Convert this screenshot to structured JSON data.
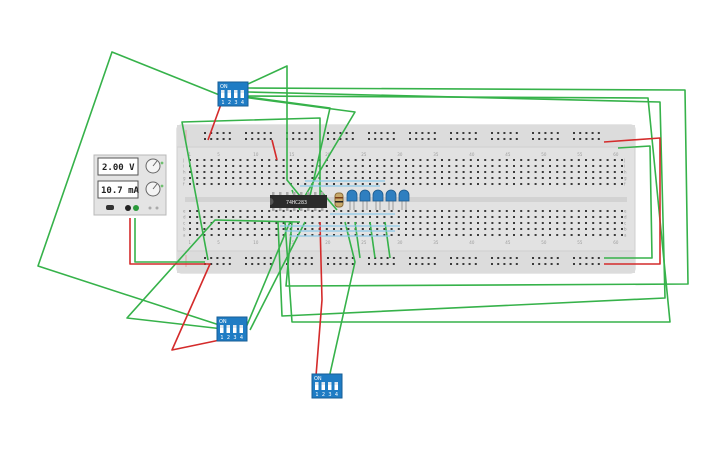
{
  "power_supply": {
    "voltage": "2.00 V",
    "current": "10.7 mA"
  },
  "chip": {
    "label": "74HC283"
  },
  "dip_switches": [
    {
      "id": "dip-top",
      "on_label": "ON",
      "numbers": [
        "1",
        "2",
        "3",
        "4"
      ]
    },
    {
      "id": "dip-bottom-left",
      "on_label": "ON",
      "numbers": [
        "1",
        "2",
        "3",
        "4"
      ]
    },
    {
      "id": "dip-bottom-right",
      "on_label": "ON",
      "numbers": [
        "1",
        "2",
        "3",
        "4"
      ]
    }
  ],
  "breadboard": {
    "column_numbers": [
      "1",
      "5",
      "10",
      "15",
      "20",
      "25",
      "30",
      "35",
      "40",
      "45",
      "50",
      "55",
      "60"
    ],
    "row_letters_top": [
      "j",
      "i",
      "h",
      "g",
      "f"
    ],
    "row_letters_bottom": [
      "e",
      "d",
      "c",
      "b",
      "a"
    ]
  },
  "leds": {
    "count": 5,
    "color": "#2f7fc0"
  },
  "colors": {
    "wire_green": "#36b24a",
    "wire_red": "#d42b2b",
    "dip_blue": "#1f7cc4",
    "board": "#e3e3e3"
  }
}
